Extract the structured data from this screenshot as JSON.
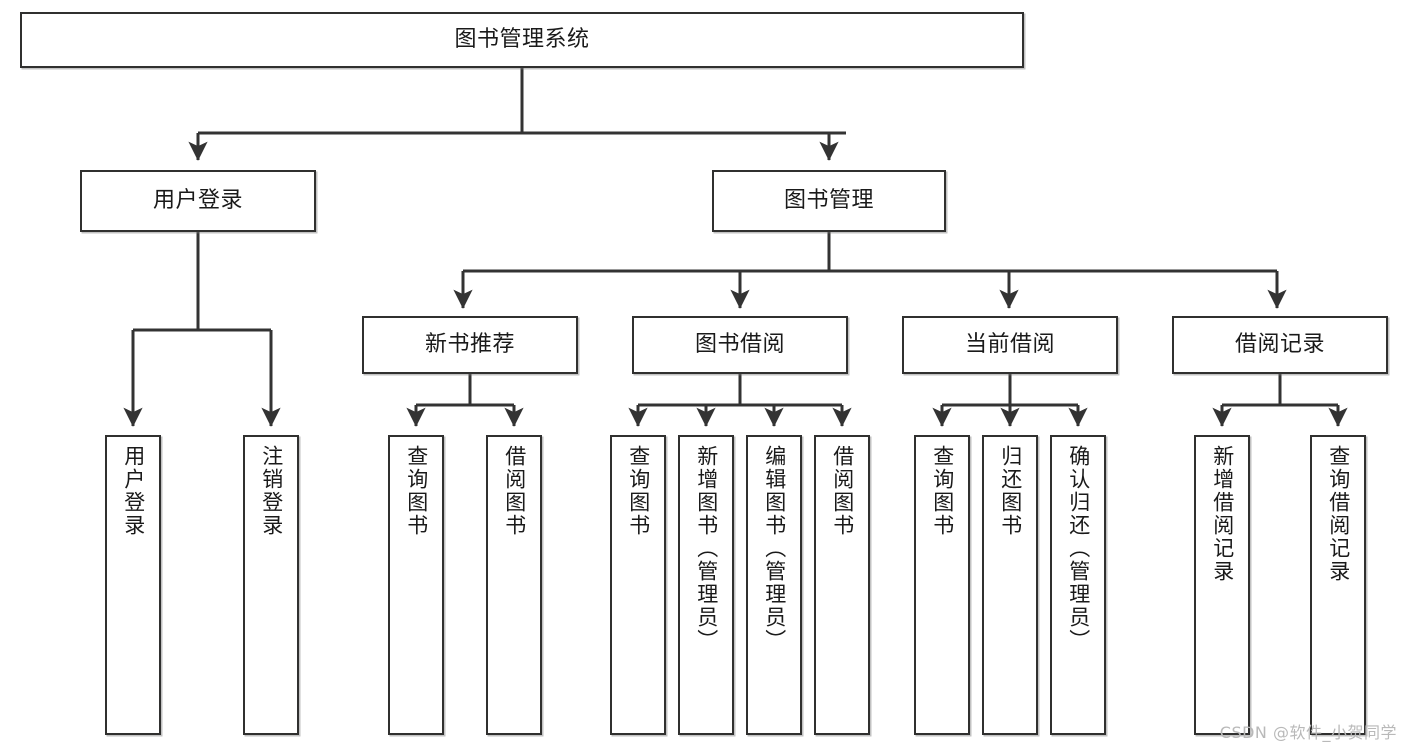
{
  "diagram": {
    "type": "tree-hierarchy",
    "title": "图书管理系统",
    "watermark": "CSDN @软件_小贺同学",
    "colors": {
      "box_border": "#30302f",
      "box_fill": "#ffffff",
      "connector": "#333333",
      "text": "#1a1a1a",
      "watermark": "#b9b9b9",
      "background": "#ffffff"
    },
    "levels": {
      "root": {
        "label": "图书管理系统"
      },
      "level2": [
        {
          "label": "用户登录"
        },
        {
          "label": "图书管理"
        }
      ],
      "level3": [
        {
          "label": "新书推荐"
        },
        {
          "label": "图书借阅"
        },
        {
          "label": "当前借阅"
        },
        {
          "label": "借阅记录"
        }
      ],
      "leaves": {
        "user_login": [
          {
            "label": "用户登录"
          },
          {
            "label": "注销登录"
          }
        ],
        "new_book_recommend": [
          {
            "label": "查询图书"
          },
          {
            "label": "借阅图书"
          }
        ],
        "book_borrow": [
          {
            "label": "查询图书"
          },
          {
            "label": "新增图书（管理员）"
          },
          {
            "label": "编辑图书（管理员）"
          },
          {
            "label": "借阅图书"
          }
        ],
        "current_borrow": [
          {
            "label": "查询图书"
          },
          {
            "label": "归还图书"
          },
          {
            "label": "确认归还（管理员）"
          }
        ],
        "borrow_record": [
          {
            "label": "新增借阅记录"
          },
          {
            "label": "查询借阅记录"
          }
        ]
      }
    }
  }
}
